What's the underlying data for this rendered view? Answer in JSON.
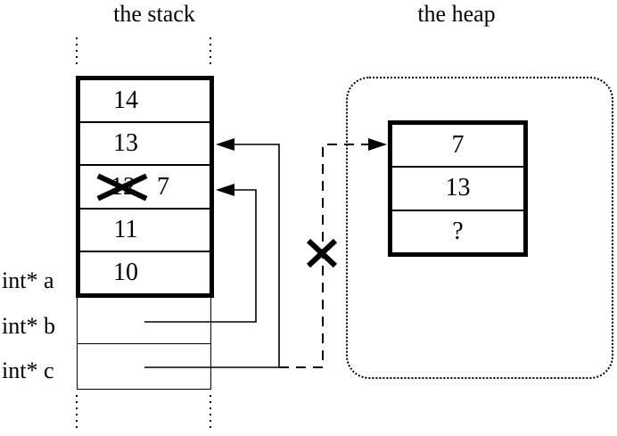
{
  "stack": {
    "title": "the stack",
    "cells": [
      {
        "value": "14"
      },
      {
        "value": "13"
      },
      {
        "value": "12",
        "crossed_out": true,
        "new_value": "7"
      },
      {
        "value": "11"
      },
      {
        "value": "10"
      }
    ],
    "pointer_labels": [
      {
        "label": "int* a"
      },
      {
        "label": "int* b"
      },
      {
        "label": "int* c"
      }
    ]
  },
  "heap": {
    "title": "the heap",
    "cells": [
      {
        "value": "7"
      },
      {
        "value": "13"
      },
      {
        "value": "?"
      }
    ]
  },
  "pointers": [
    {
      "name": "b",
      "from": "int* b cell",
      "to": "stack cell with crossed-out 12 (now 7)",
      "style": "solid"
    },
    {
      "name": "c",
      "from": "int* c cell",
      "to": "stack cell 13",
      "style": "solid"
    },
    {
      "name": "c-old",
      "from": "int* c cell",
      "to": "heap cell 7",
      "style": "dashed",
      "crossed_out": true
    }
  ],
  "colors": {
    "ink": "#000000",
    "background": "#ffffff"
  }
}
